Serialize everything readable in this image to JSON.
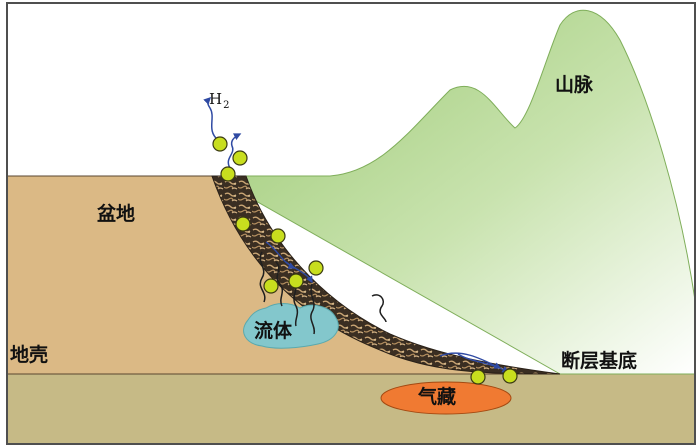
{
  "labels": {
    "mountain": "山脉",
    "basin": "盆地",
    "crust": "地壳",
    "fluid": "流体",
    "fault_basement": "断层基底",
    "gas_reservoir": "气藏",
    "h2": {
      "base": "H",
      "subscript": "2"
    }
  },
  "colors": {
    "basin_fill": "#dbb985",
    "crust_fill": "#c6ba86",
    "mountain_green": "#98c76e",
    "fault_zone_dark": "#3a2e22",
    "fluid_blob": "#83c7cc",
    "gas_reservoir": "#f07a32",
    "particle": "#c8de1e",
    "arrow": "#2f4aa3",
    "frame": "#4f4f4f"
  }
}
